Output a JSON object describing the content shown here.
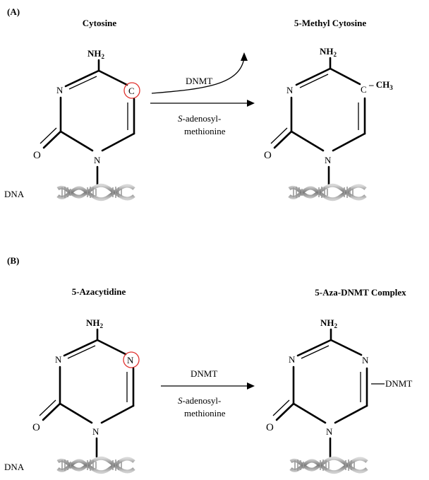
{
  "panel_a": {
    "label": "(A)",
    "left_title": "Cytosine",
    "right_title": "5-Methyl Cytosine",
    "enzyme": "DNMT",
    "cofactor_italic": "S",
    "cofactor_rest": "-adenosyl-",
    "cofactor_line2": "methionine",
    "dna_label": "DNA",
    "left_atoms": {
      "nh2": "NH",
      "nh2_sub": "2",
      "n3": "N",
      "c5": "C",
      "o": "O",
      "n1": "N"
    },
    "right_atoms": {
      "nh2": "NH",
      "nh2_sub": "2",
      "n3": "N",
      "c5": "C",
      "methyl": "– CH",
      "methyl_sub": "3",
      "o": "O",
      "n1": "N"
    }
  },
  "panel_b": {
    "label": "(B)",
    "left_title": "5-Azacytidine",
    "right_title": "5-Aza-DNMT Complex",
    "enzyme": "DNMT",
    "cofactor_italic": "S",
    "cofactor_rest": "-adenosyl-",
    "cofactor_line2": "methionine",
    "dna_label": "DNA",
    "left_atoms": {
      "nh2": "NH",
      "nh2_sub": "2",
      "n3": "N",
      "n5": "N",
      "o": "O",
      "n1": "N"
    },
    "right_atoms": {
      "nh2": "NH",
      "nh2_sub": "2",
      "n3": "N",
      "n5": "N",
      "adduct": "DNMT",
      "o": "O",
      "n1": "N"
    }
  },
  "colors": {
    "highlight": "#e0322f",
    "helix": "#8a8a8a"
  }
}
